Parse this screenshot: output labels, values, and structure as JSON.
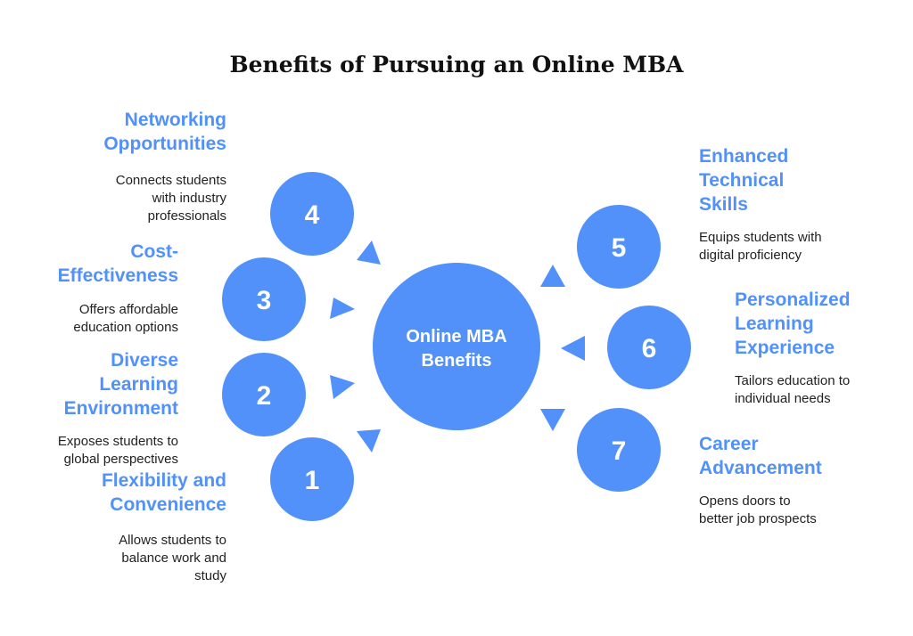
{
  "title": "Benefits of Pursuing an Online MBA",
  "center": {
    "line1": "Online MBA",
    "line2": "Benefits"
  },
  "accent": "#5191f9",
  "items": [
    {
      "number": "1",
      "title1": "Flexibility and",
      "title2": "Convenience",
      "desc1": "Allows students to",
      "desc2": "balance work and",
      "desc3": "study"
    },
    {
      "number": "2",
      "title1": "Diverse",
      "title2": "Learning",
      "title3": "Environment",
      "desc1": "Exposes students to",
      "desc2": "global perspectives"
    },
    {
      "number": "3",
      "title1": "Cost-",
      "title2": "Effectiveness",
      "desc1": "Offers affordable",
      "desc2": "education options"
    },
    {
      "number": "4",
      "title1": "Networking",
      "title2": "Opportunities",
      "desc1": "Connects students",
      "desc2": "with industry",
      "desc3": "professionals"
    },
    {
      "number": "5",
      "title1": "Enhanced",
      "title2": "Technical",
      "title3": "Skills",
      "desc1": "Equips students with",
      "desc2": "digital proficiency"
    },
    {
      "number": "6",
      "title1": "Personalized",
      "title2": "Learning",
      "title3": "Experience",
      "desc1": "Tailors education to",
      "desc2": "individual needs"
    },
    {
      "number": "7",
      "title1": "Career",
      "title2": "Advancement",
      "desc1": "Opens doors to",
      "desc2": "better job prospects"
    }
  ]
}
